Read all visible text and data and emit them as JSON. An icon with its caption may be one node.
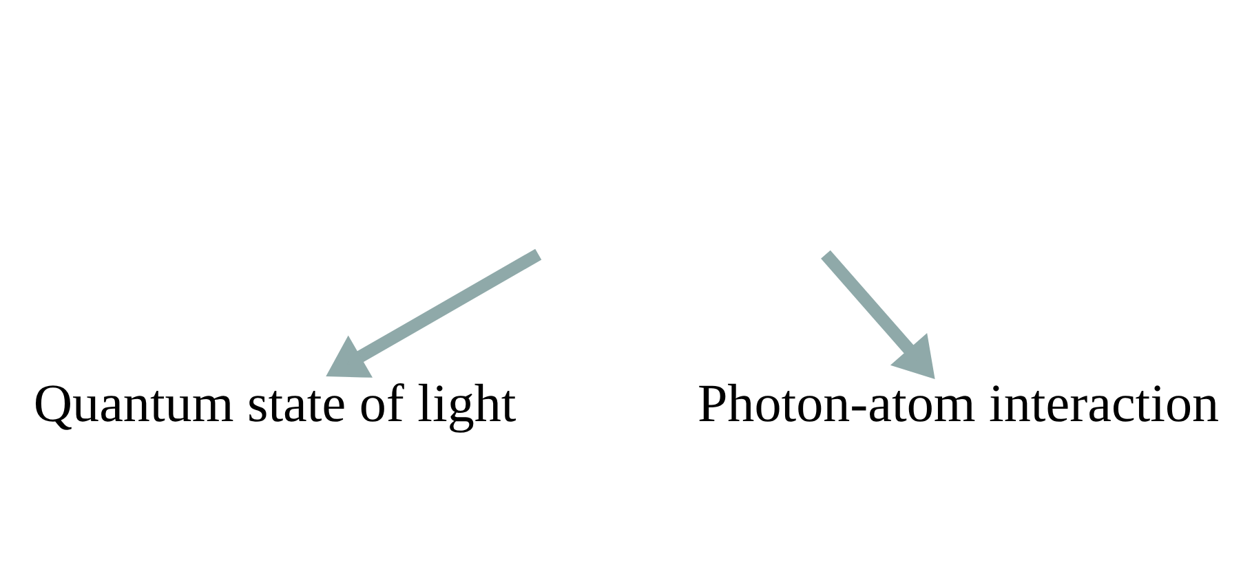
{
  "diagram": {
    "nodes": [
      {
        "text": [
          "Quantum state of light"
        ]
      },
      {
        "text": [
          "Photon-atom interaction"
        ]
      }
    ],
    "edges": [
      {
        "from": null,
        "to": 0,
        "arrow": "to"
      },
      {
        "from": null,
        "to": 1,
        "arrow": "to"
      }
    ]
  }
}
